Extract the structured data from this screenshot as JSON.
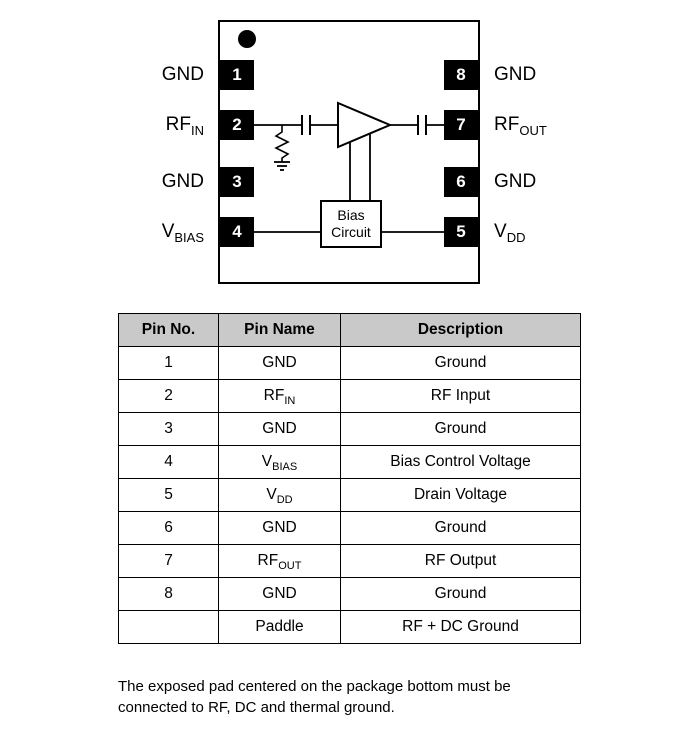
{
  "diagram": {
    "pins_left": [
      {
        "number": "1",
        "label_base": "GND",
        "label_sub": ""
      },
      {
        "number": "2",
        "label_base": "RF",
        "label_sub": "IN"
      },
      {
        "number": "3",
        "label_base": "GND",
        "label_sub": ""
      },
      {
        "number": "4",
        "label_base": "V",
        "label_sub": "BIAS"
      }
    ],
    "pins_right": [
      {
        "number": "8",
        "label_base": "GND",
        "label_sub": ""
      },
      {
        "number": "7",
        "label_base": "RF",
        "label_sub": "OUT"
      },
      {
        "number": "6",
        "label_base": "GND",
        "label_sub": ""
      },
      {
        "number": "5",
        "label_base": "V",
        "label_sub": "DD"
      }
    ],
    "bias_box": {
      "line1": "Bias",
      "line2": "Circuit"
    }
  },
  "table": {
    "headers": [
      "Pin No.",
      "Pin Name",
      "Description"
    ],
    "rows": [
      {
        "pin_no": "1",
        "name_base": "GND",
        "name_sub": "",
        "description": "Ground"
      },
      {
        "pin_no": "2",
        "name_base": "RF",
        "name_sub": "IN",
        "description": "RF Input"
      },
      {
        "pin_no": "3",
        "name_base": "GND",
        "name_sub": "",
        "description": "Ground"
      },
      {
        "pin_no": "4",
        "name_base": "V",
        "name_sub": "BIAS",
        "description": "Bias Control Voltage"
      },
      {
        "pin_no": "5",
        "name_base": "V",
        "name_sub": "DD",
        "description": "Drain Voltage"
      },
      {
        "pin_no": "6",
        "name_base": "GND",
        "name_sub": "",
        "description": "Ground"
      },
      {
        "pin_no": "7",
        "name_base": "RF",
        "name_sub": "OUT",
        "description": "RF Output"
      },
      {
        "pin_no": "8",
        "name_base": "GND",
        "name_sub": "",
        "description": "Ground"
      },
      {
        "pin_no": "",
        "name_base": "Paddle",
        "name_sub": "",
        "description": "RF + DC Ground"
      }
    ]
  },
  "note": {
    "line1": "The exposed pad centered on the package bottom must be",
    "line2": "connected to RF, DC and thermal ground."
  },
  "colors": {
    "pin_fill": "#000000",
    "header_bg": "#c9c9c9",
    "border": "#000000",
    "background": "#ffffff"
  }
}
